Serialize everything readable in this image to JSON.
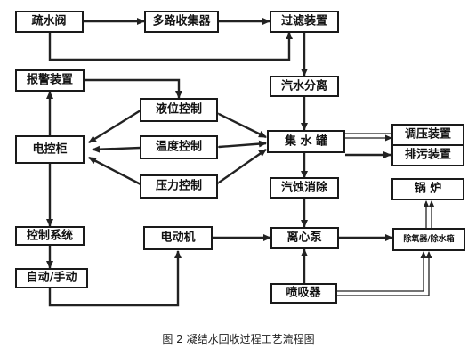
{
  "nodes": {
    "drain_valve": "疏水阀",
    "multi_collector": "多路收集器",
    "filter": "过滤装置",
    "alarm": "报警装置",
    "separator": "汽水分离",
    "level_ctrl": "液位控制",
    "temp_ctrl": "温度控制",
    "pressure_ctrl": "压力控制",
    "cabinet": "电控柜",
    "tank": "集 水 罐",
    "pressure_reg": "调压装置",
    "blowdown": "排污装置",
    "vapor_elim": "汽蚀消除",
    "boiler": "锅   炉",
    "control_sys": "控制系统",
    "motor": "电动机",
    "pump": "离心泵",
    "deaerator": "除氧器/除水箱",
    "auto_manual": "自动/手动",
    "ejector": "喷吸器"
  },
  "caption": "图 2   凝结水回收过程工艺流程图"
}
